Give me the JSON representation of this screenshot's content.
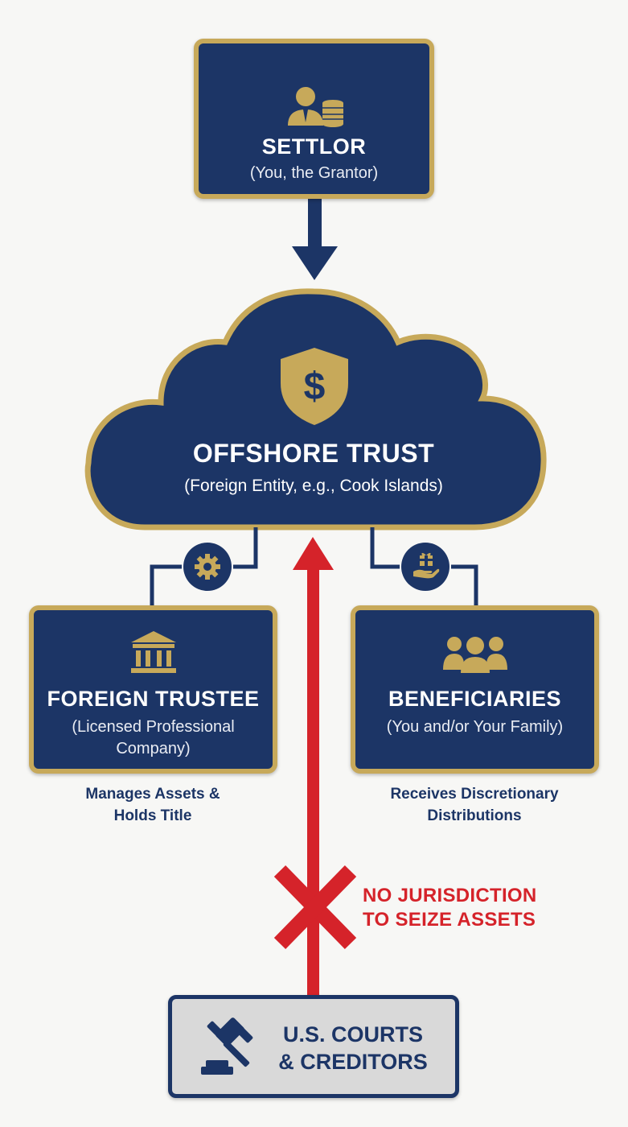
{
  "settlor": {
    "title": "SETTLOR",
    "subtitle": "(You, the Grantor)"
  },
  "trust": {
    "title": "OFFSHORE TRUST",
    "subtitle": "(Foreign Entity, e.g., Cook Islands)",
    "icon": "dollar-shield-icon"
  },
  "trustee": {
    "title": "FOREIGN TRUSTEE",
    "subtitle_line1": "(Licensed Professional",
    "subtitle_line2": "Company)",
    "icon": "bank-building-icon",
    "link_icon": "gear-icon",
    "caption_line1": "Manages Assets &",
    "caption_line2": "Holds Title"
  },
  "beneficiaries": {
    "title": "BENEFICIARIES",
    "subtitle": "(You and/or Your Family)",
    "icon": "people-group-icon",
    "link_icon": "gift-hand-icon",
    "caption_line1": "Receives Discretionary",
    "caption_line2": "Distributions"
  },
  "blocked": {
    "line1": "NO JURISDICTION",
    "line2": "TO SEIZE ASSETS",
    "icon": "x-mark-icon"
  },
  "courts": {
    "line1": "U.S. COURTS",
    "line2": "& CREDITORS",
    "icon": "gavel-icon"
  },
  "colors": {
    "navy": "#1c3566",
    "gold": "#c7a95a",
    "red": "#d5232a",
    "gray": "#d9d9d9"
  }
}
